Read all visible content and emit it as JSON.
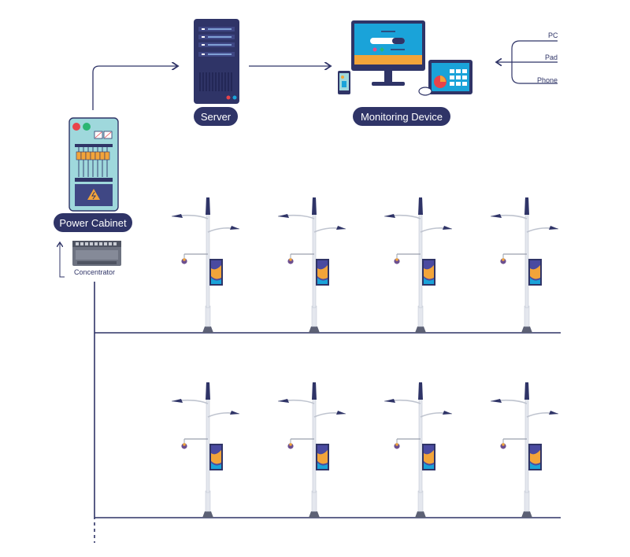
{
  "labels": {
    "server": "Server",
    "monitoring": "Monitoring Device",
    "power_cabinet": "Power Cabinet",
    "concentrator": "Concentrator"
  },
  "devices": [
    "PC",
    "Pad",
    "Phone"
  ],
  "colors": {
    "navy": "#2f3467",
    "cyan_panel": "#9fd8dc",
    "screen_blue": "#1aa3d9",
    "orange": "#f2a43a",
    "red_light": "#e8434a",
    "green_light": "#2bb673",
    "pole": "#d9dde6",
    "banner_purple": "#4a4aa0"
  },
  "poles": {
    "rows": 2,
    "per_row": 4
  }
}
